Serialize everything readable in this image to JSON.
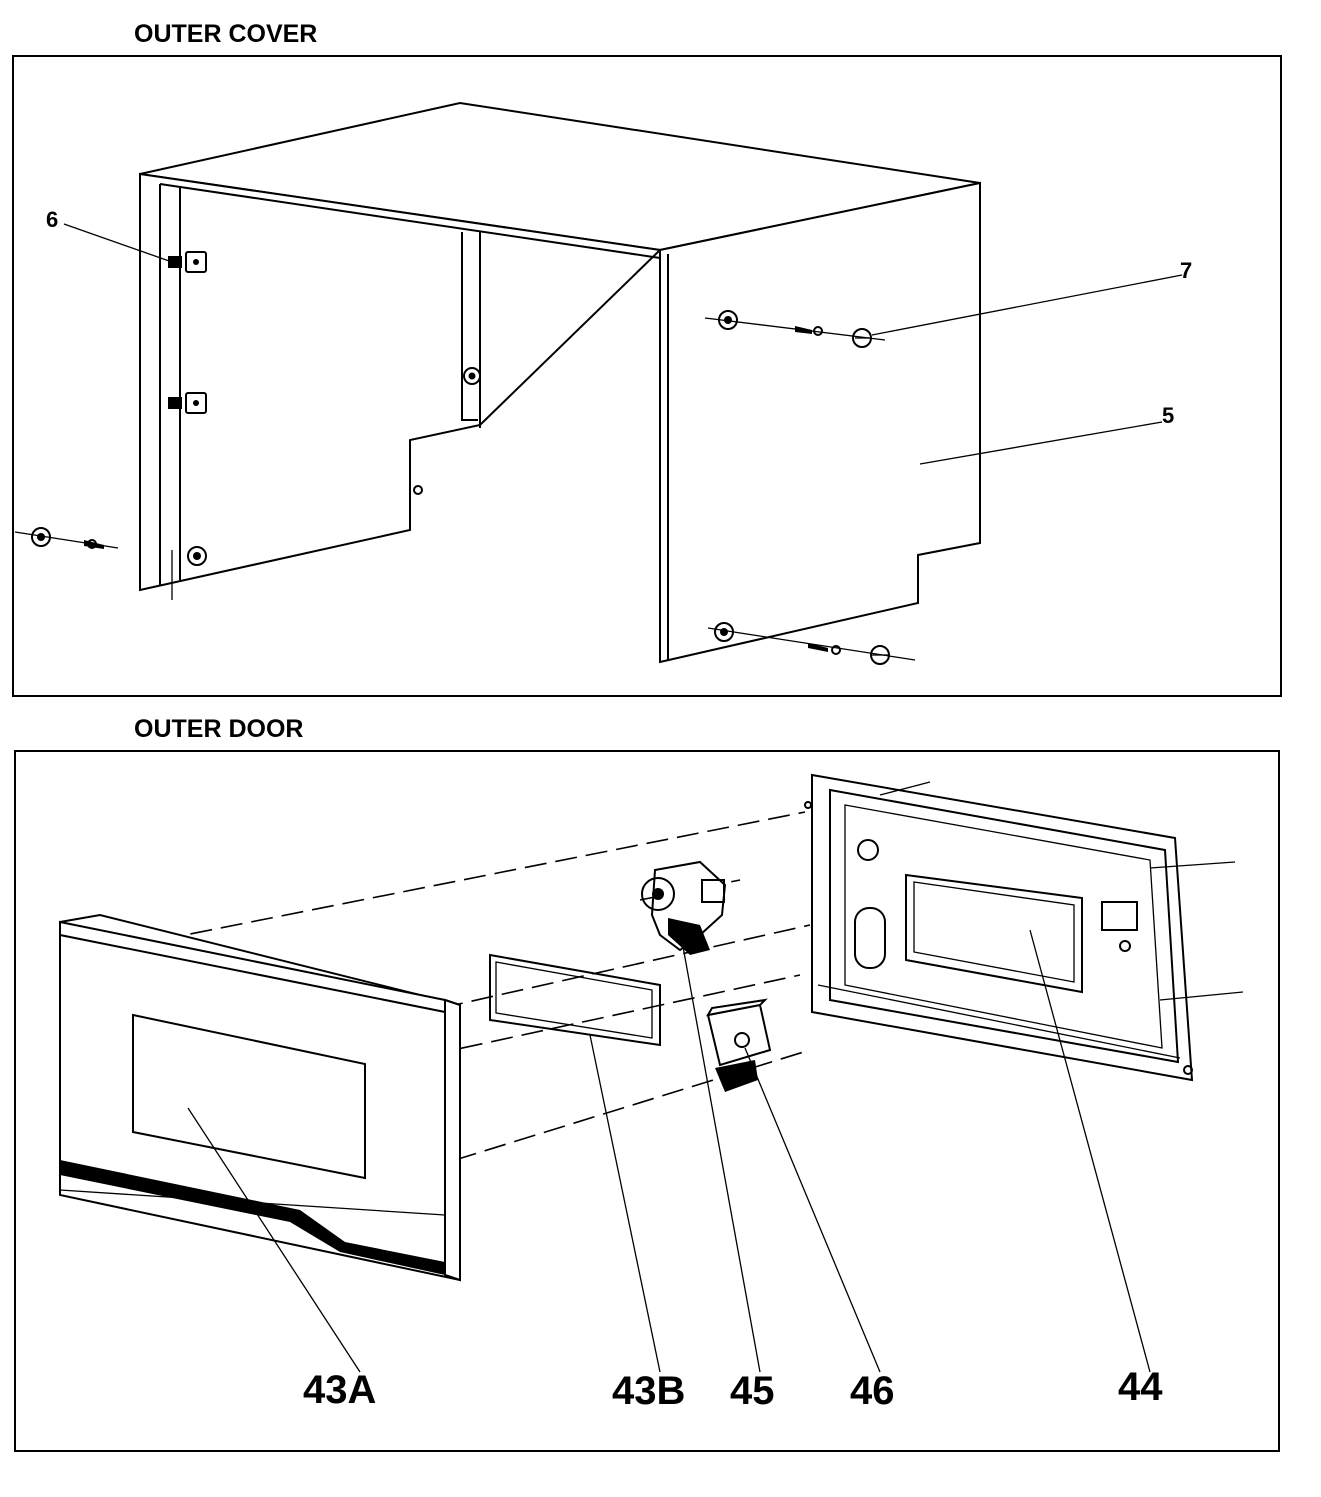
{
  "sections": [
    {
      "title": "OUTER COVER"
    },
    {
      "title": "OUTER DOOR"
    }
  ],
  "cover_callouts": [
    "6",
    "7",
    "5"
  ],
  "door_callouts": [
    "43A",
    "43B",
    "45",
    "46",
    "44"
  ]
}
